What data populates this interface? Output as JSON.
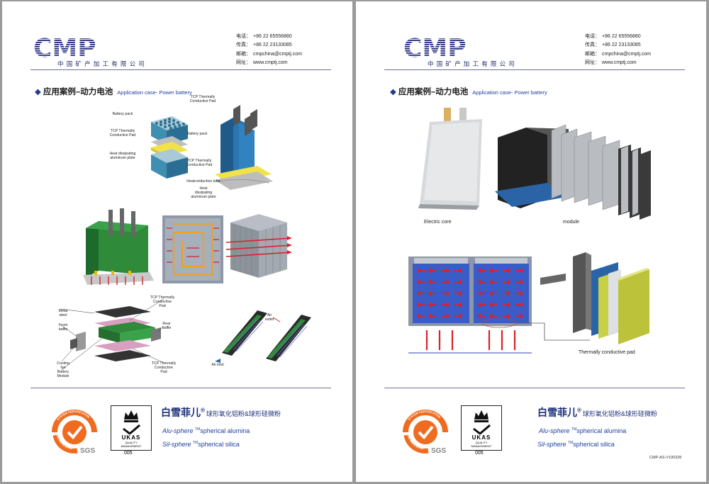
{
  "brand": {
    "logo_text": "CMP",
    "logo_subtitle": "中国矿产加工有限公司"
  },
  "contact": {
    "phone_label": "电话：",
    "phone": "+86 22 65556880",
    "fax_label": "传真：",
    "fax": "+86 22 23133085",
    "email_label": "邮箱：",
    "email": "cmpchina@cmptj.com",
    "web_label": "网址：",
    "web": "www.cmptj.com"
  },
  "section": {
    "title_cn": "应用案例–动力电池",
    "title_en": "Application case- Power battery"
  },
  "left_labels": {
    "battery_pack": "Battery pack",
    "tcp_pad": "TCP Thermally Conductive Pad",
    "heat_plate": "Heat dissipating aluminum plate",
    "tcp_pad_top": "TCP Thermally Conductive Pad",
    "battery_pack_2": "Battery pack",
    "tcp_pad_mid": "TCP Thermally Conductive Pad",
    "heat_tube": "Heatconduction tube",
    "heat_plate_2": "Heat dissipating aluminum plate",
    "metal_steel": "Metal steel",
    "front_baffle": "Front baffle",
    "cooling_fan": "Cooling fan",
    "battery_module": "Battery Module",
    "tcp_pad_a": "TCP Thermally Conductive Pad",
    "rear_baffle": "Rear baffle",
    "tcp_pad_b": "TCP Thermally Conductive Pad",
    "air_outlet": "Air outlet",
    "air_inlet": "Air inlet"
  },
  "right_labels": {
    "electric_core": "Electric core",
    "module": "module",
    "thermal_pad": "Thermally conductive pad"
  },
  "footer": {
    "brand_cn": "白雪菲儿",
    "reg": "®",
    "brand_desc": "球形氧化铝粉&球形硅微粉",
    "alu_name": "Alu-sphere ",
    "tm": "TM",
    "alu_desc": "spherical alumina",
    "sil_name": "Sil-sphere ",
    "sil_desc": "spherical silica",
    "cert_arc": "SYSTEM CERTIFICATION",
    "iso": "ISO 9001:2008",
    "sgs": "SGS",
    "ukas_top": "UKAS",
    "ukas_q": "QUALITY",
    "ukas_m": "MANAGEMENT",
    "ukas_no": "005",
    "doc_code": "CMP-AS-V190328"
  },
  "colors": {
    "brand_navy": "#1e2a6b",
    "link_blue": "#1d3f9f",
    "cell_green": "#2f8a3a",
    "cell_blue": "#2a64a6",
    "pad_yellow": "#f2e24a",
    "arrow_red": "#d8222a",
    "sgs_orange": "#ef6b1f"
  }
}
